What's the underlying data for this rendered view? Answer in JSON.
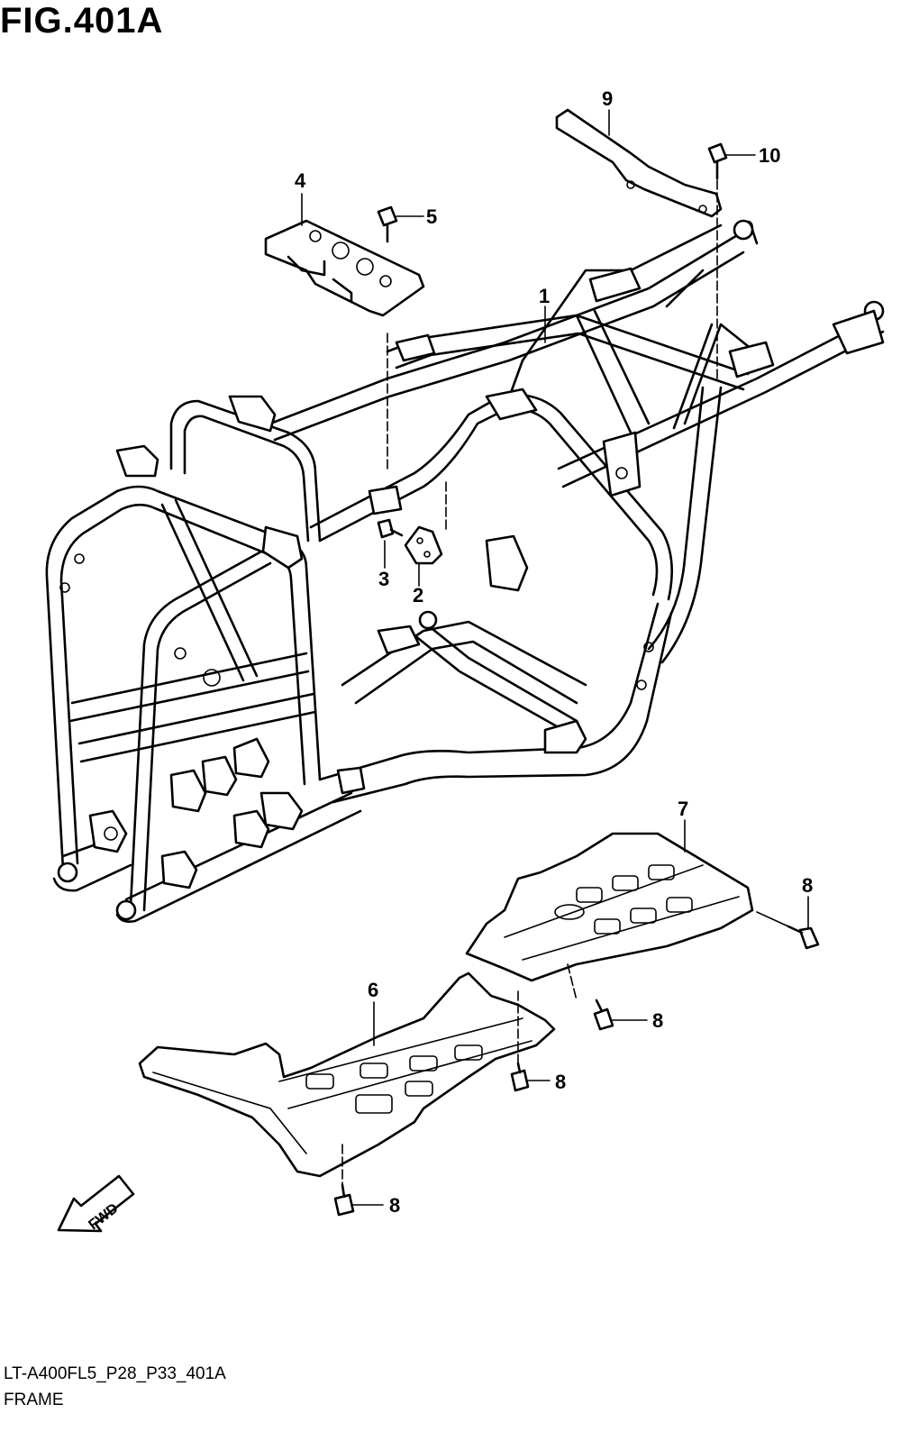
{
  "figure": {
    "title": "FIG.401A",
    "code": "LT-A400FL5_P28_P33_401A",
    "name": "FRAME"
  },
  "callouts": [
    {
      "id": "c1",
      "number": "1"
    },
    {
      "id": "c2",
      "number": "2"
    },
    {
      "id": "c3",
      "number": "3"
    },
    {
      "id": "c4",
      "number": "4"
    },
    {
      "id": "c5",
      "number": "5"
    },
    {
      "id": "c6",
      "number": "6"
    },
    {
      "id": "c7",
      "number": "7"
    },
    {
      "id": "c8a",
      "number": "8"
    },
    {
      "id": "c8b",
      "number": "8"
    },
    {
      "id": "c8c",
      "number": "8"
    },
    {
      "id": "c8d",
      "number": "8"
    },
    {
      "id": "c9",
      "number": "9"
    },
    {
      "id": "c10",
      "number": "10"
    }
  ],
  "direction_arrow": {
    "label": "FWD"
  }
}
